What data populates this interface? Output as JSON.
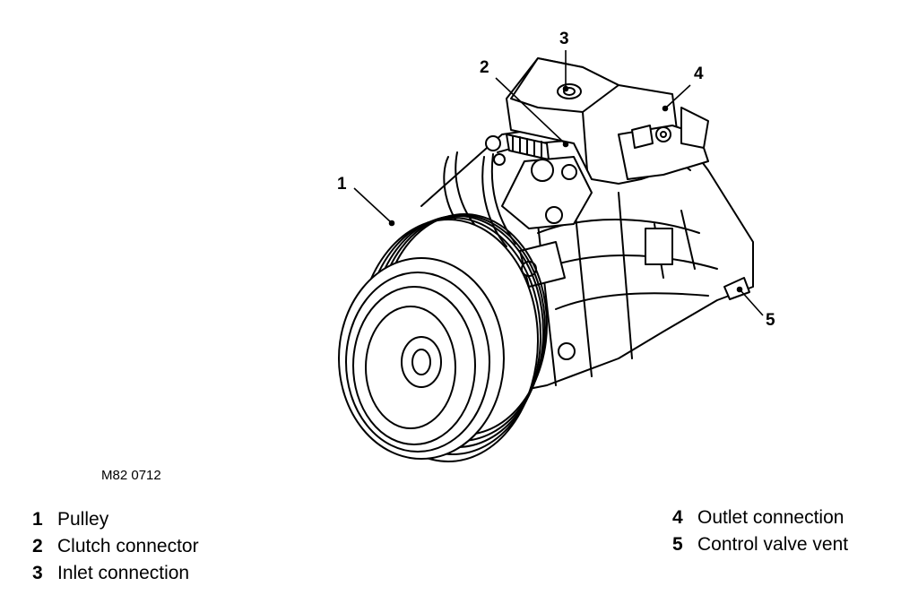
{
  "figure_ref": "M82 0712",
  "callouts": [
    {
      "number": "1"
    },
    {
      "number": "2"
    },
    {
      "number": "3"
    },
    {
      "number": "4"
    },
    {
      "number": "5"
    }
  ],
  "legend": [
    {
      "number": "1",
      "label": "Pulley"
    },
    {
      "number": "2",
      "label": "Clutch connector"
    },
    {
      "number": "3",
      "label": "Inlet connection"
    },
    {
      "number": "4",
      "label": "Outlet connection"
    },
    {
      "number": "5",
      "label": "Control valve vent"
    }
  ]
}
